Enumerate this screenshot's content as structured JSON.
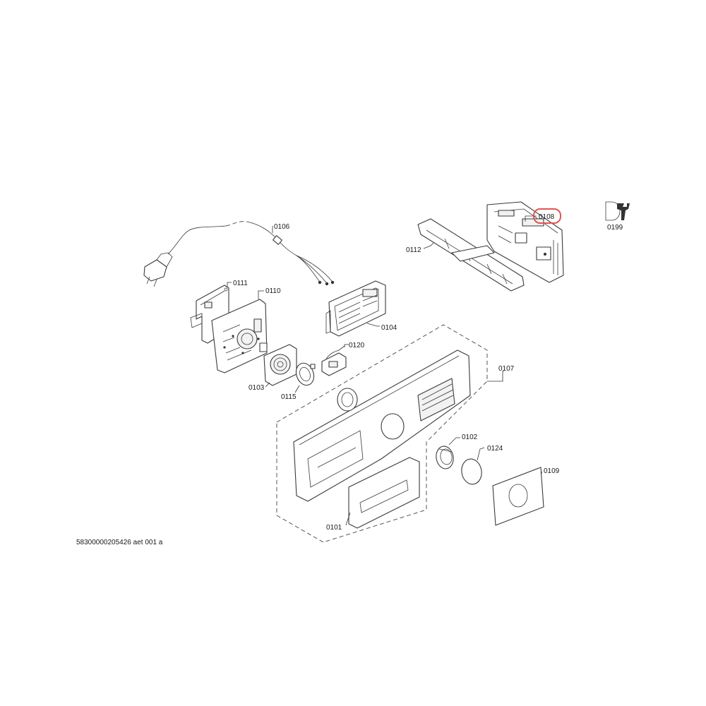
{
  "document_number": "58300000205426 aet 001 a",
  "highlighted_part": "0108",
  "labels": {
    "p0101": "0101",
    "p0102": "0102",
    "p0103": "0103",
    "p0104": "0104",
    "p0106": "0106",
    "p0107": "0107",
    "p0108": "0108",
    "p0109": "0109",
    "p0110": "0110",
    "p0111": "0111",
    "p0112": "0112",
    "p0115": "0115",
    "p0120": "0120",
    "p0124": "0124",
    "p0199": "0199"
  },
  "icons": {
    "service_tool": "wrench-service-icon"
  },
  "colors": {
    "highlight": "#e05555",
    "line": "#3a3a3a"
  }
}
